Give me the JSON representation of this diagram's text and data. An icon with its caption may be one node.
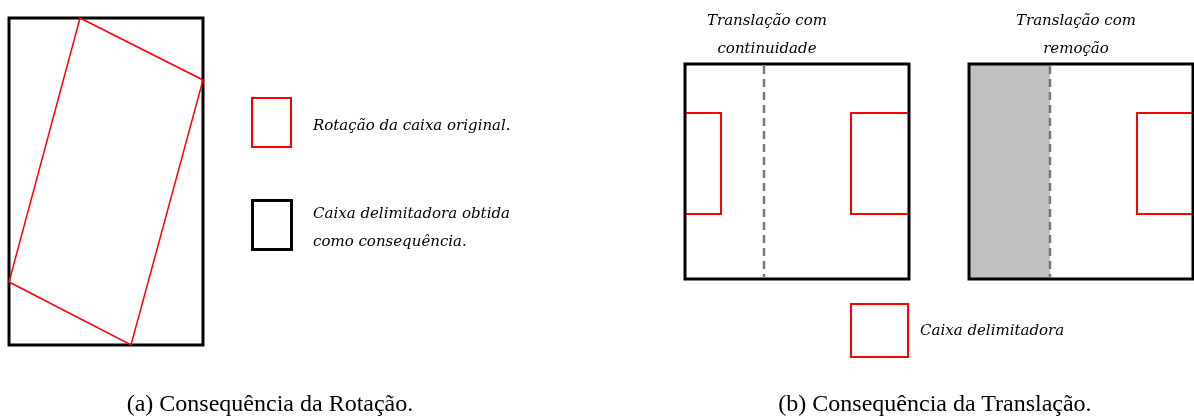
{
  "diagram": {
    "labels": [
      "Translação com continuidade",
      "Translação com remoção",
      "(a)  Consequência da Rotação.",
      "(b)  Consequência da Translação."
    ],
    "legend": [
      {
        "text": "Rotação da caixa original.",
        "color": "#ff0000"
      },
      {
        "text": "Caixa delimitadora obtida como consequência.",
        "color": "#000000"
      },
      {
        "text": "Caixa delimitadora",
        "color": "#ff0000"
      }
    ]
  }
}
